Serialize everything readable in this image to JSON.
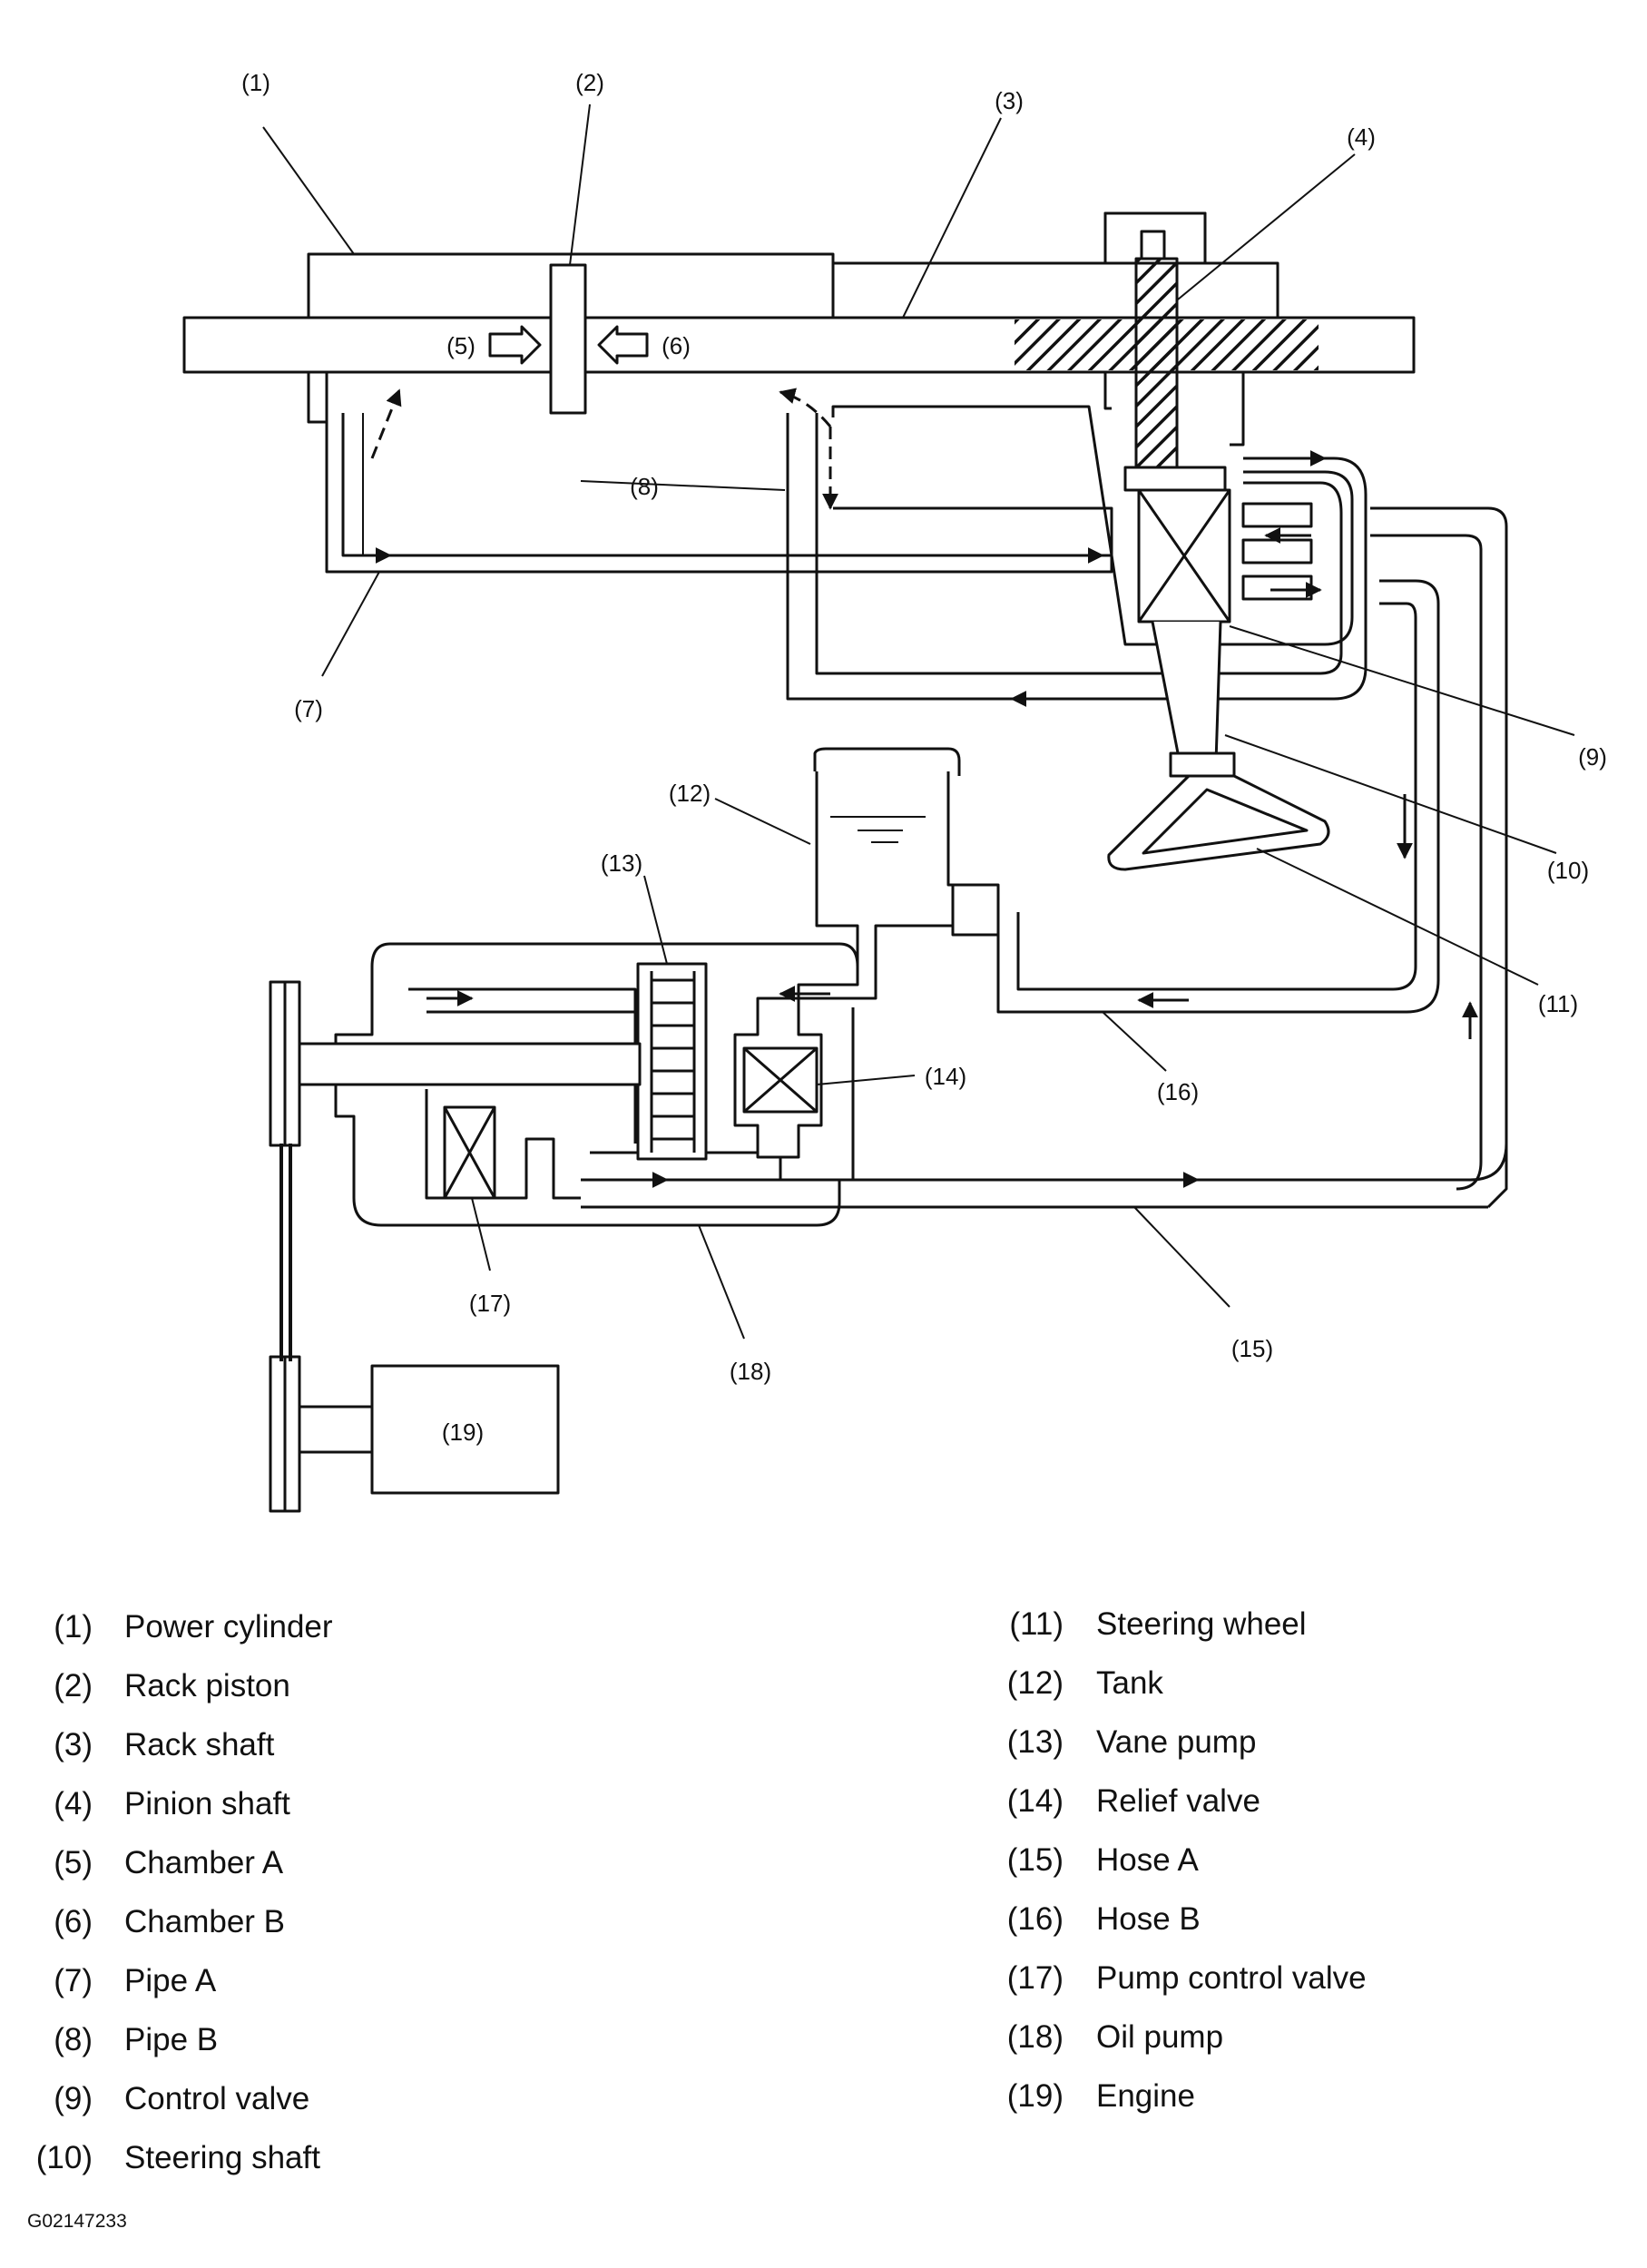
{
  "callouts": [
    "(1)",
    "(2)",
    "(3)",
    "(4)",
    "(5)",
    "(6)",
    "(7)",
    "(8)",
    "(9)",
    "(10)",
    "(11)",
    "(12)",
    "(13)",
    "(14)",
    "(15)",
    "(16)",
    "(17)",
    "(18)",
    "(19)"
  ],
  "legend_left": [
    {
      "num": "(1)",
      "label": "Power cylinder"
    },
    {
      "num": "(2)",
      "label": "Rack piston"
    },
    {
      "num": "(3)",
      "label": "Rack shaft"
    },
    {
      "num": "(4)",
      "label": "Pinion shaft"
    },
    {
      "num": "(5)",
      "label": "Chamber A"
    },
    {
      "num": "(6)",
      "label": "Chamber B"
    },
    {
      "num": "(7)",
      "label": "Pipe A"
    },
    {
      "num": "(8)",
      "label": "Pipe B"
    },
    {
      "num": "(9)",
      "label": "Control valve"
    },
    {
      "num": "(10)",
      "label": "Steering shaft"
    }
  ],
  "legend_right": [
    {
      "num": "(11)",
      "label": "Steering wheel"
    },
    {
      "num": "(12)",
      "label": "Tank"
    },
    {
      "num": "(13)",
      "label": "Vane pump"
    },
    {
      "num": "(14)",
      "label": "Relief valve"
    },
    {
      "num": "(15)",
      "label": "Hose A"
    },
    {
      "num": "(16)",
      "label": "Hose B"
    },
    {
      "num": "(17)",
      "label": "Pump control valve"
    },
    {
      "num": "(18)",
      "label": "Oil pump"
    },
    {
      "num": "(19)",
      "label": "Engine"
    }
  ],
  "figure_id": "G02147233"
}
